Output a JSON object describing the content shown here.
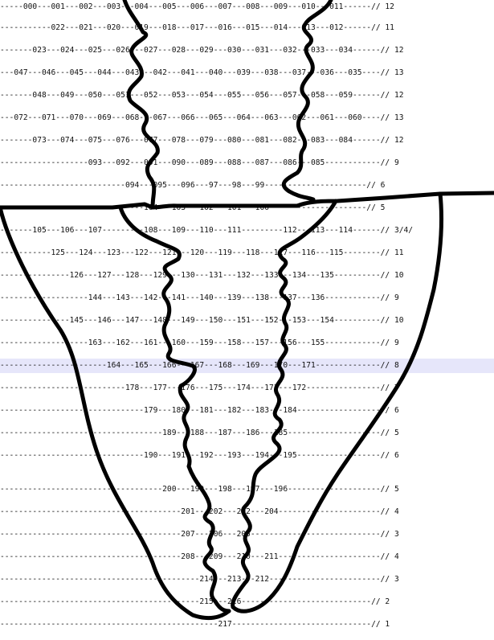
{
  "rows": [
    {
      "text": "-----000---001---002---003---004---005---006---007---008---009---010---011------// 12"
    },
    {
      "text": "-----------022---021---020---019---018---017---016---015---014---013---012------// 11"
    },
    {
      "text": "-------023---024---025---026---027---028---029---030---031---032---033---034------// 12"
    },
    {
      "text": "---047---046---045---044---043---042---041---040---039---038---037---036---035----// 13"
    },
    {
      "text": "-------048---049---050---051---052---053---054---055---056---057---058---059------// 12"
    },
    {
      "text": "---072---071---070---069---068---067---066---065---064---063---062---061---060----// 13"
    },
    {
      "text": "-------073---074---075---076---077---078---079---080---081---082---083---084------// 12"
    },
    {
      "text": "-------------------093---092---091---090---089---088---087---086---085------------// 9"
    },
    {
      "text": "---------------------------094---095---096---97---98---99----------------------// 6"
    },
    {
      "text": "-------------------------------104---103---102---101---100---------------------// 5"
    },
    {
      "text": "-------105---106---107---------108---109---110---111---------112---113---114------// 3/4/"
    },
    {
      "text": "-----------125---124---123---122---121---120---119---118---117---116---115--------// 11"
    },
    {
      "text": "---------------126---127---128---129---130---131---132---133---134---135----------// 10"
    },
    {
      "text": "-------------------144---143---142---141---140---139---138---137---136------------// 9"
    },
    {
      "text": "---------------145---146---147---148---149---150---151---152---153---154----------// 10"
    },
    {
      "text": "-------------------163---162---161---160---159---158---157---156---155------------// 9"
    },
    {
      "text": "-----------------------164---165---166---167---168---169---170---171--------------// 8"
    },
    {
      "text": "---------------------------178---177---176---175---174---173---172----------------// 7"
    },
    {
      "text": "-------------------------------179---180---181---182---183---184------------------// 6"
    },
    {
      "text": "-----------------------------------189---188---187---186---185--------------------// 5"
    },
    {
      "text": "-------------------------------190---191---192---193---194---195------------------// 6"
    },
    {
      "text": "-----------------------------------200---199---198---197---196--------------------// 5"
    },
    {
      "text": "---------------------------------------201---202---202---204----------------------// 4"
    },
    {
      "text": "---------------------------------------207---206---205----------------------------// 3"
    },
    {
      "text": "---------------------------------------208---209---210---211----------------------// 4"
    },
    {
      "text": "-------------------------------------------214---213---212------------------------// 3"
    },
    {
      "text": "-------------------------------------------215---216----------------------------// 2"
    },
    {
      "text": "-----------------------------------------------217------------------------------// 1"
    }
  ],
  "highlighted_row": 16
}
